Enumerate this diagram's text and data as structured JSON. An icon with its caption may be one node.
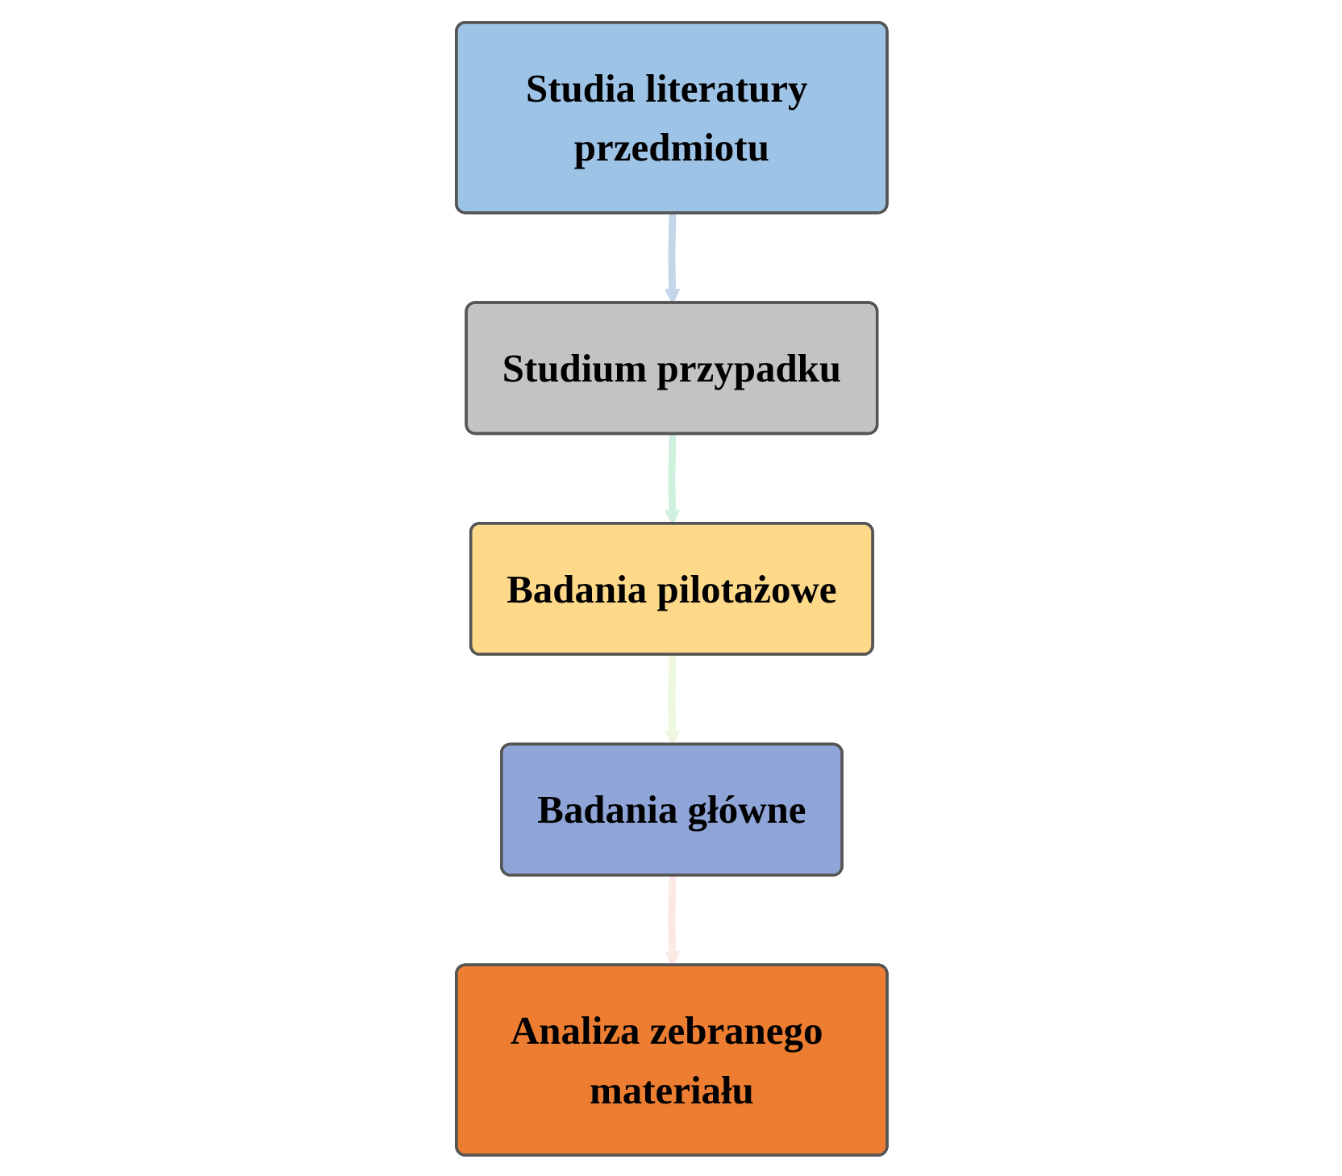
{
  "diagram": {
    "nodes": [
      {
        "text": [
          "Studia literatury przedmiotu"
        ]
      },
      {
        "text": [
          "Studium przypadku"
        ]
      },
      {
        "text": [
          "Badania pilotażowe"
        ]
      },
      {
        "text": [
          "Badania główne"
        ]
      },
      {
        "text": [
          "Analiza zebranego materiału"
        ]
      }
    ],
    "edges": [
      {
        "from": 0,
        "to": 1,
        "arrow": "to",
        "color": "#c5d5ea"
      },
      {
        "from": 1,
        "to": 2,
        "arrow": "to",
        "color": "#d0f0df"
      },
      {
        "from": 2,
        "to": 3,
        "arrow": "to",
        "color": "#eef7df"
      },
      {
        "from": 3,
        "to": 4,
        "arrow": "to",
        "color": "#fbe9e5"
      }
    ]
  }
}
